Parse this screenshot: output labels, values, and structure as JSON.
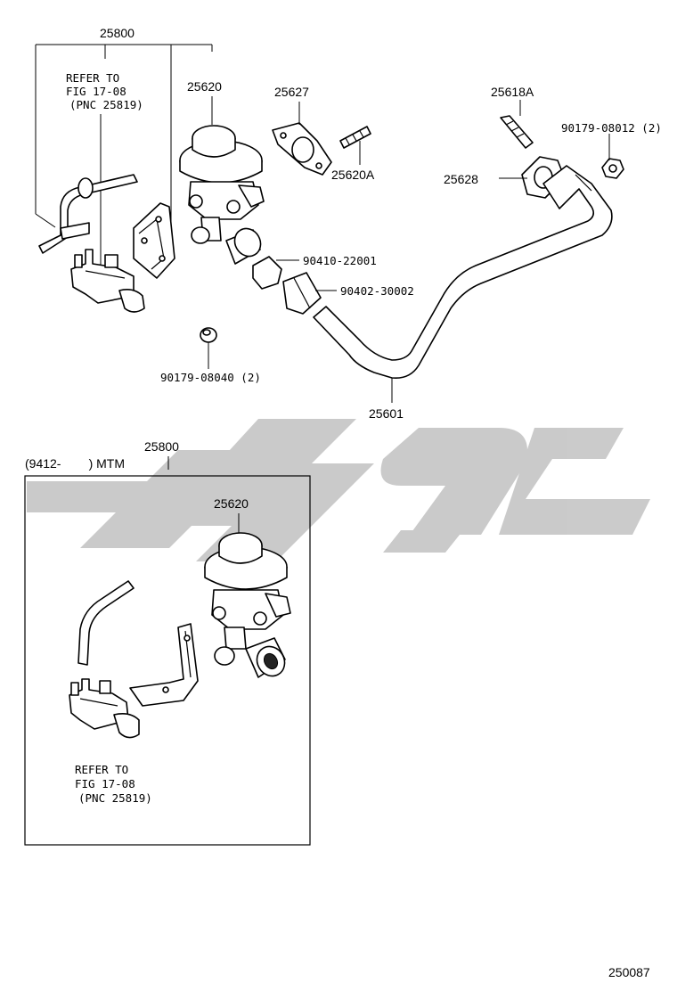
{
  "labels": {
    "p25800_top": "25800",
    "refer_top_1": "REFER TO",
    "refer_top_2": "FIG 17-08",
    "refer_top_3": "(PNC 25819)",
    "p25620_top": "25620",
    "p25627": "25627",
    "p25620A": "25620A",
    "p25618A": "25618A",
    "p90179_08012": "90179-08012 (2)",
    "p25628": "25628",
    "p90410": "90410-22001",
    "p90402": "90402-30002",
    "p90179_08040": "90179-08040 (2)",
    "p25601": "25601",
    "p25800_bottom": "25800",
    "variant": "(9412-        ) MTM",
    "p25620_bottom": "25620",
    "refer_bot_1": "REFER TO",
    "refer_bot_2": "FIG 17-08",
    "refer_bot_3": "(PNC 25819)",
    "diagram_id": "250087"
  },
  "colors": {
    "line": "#000000",
    "watermark": "#c8c8c8",
    "background": "#ffffff"
  }
}
